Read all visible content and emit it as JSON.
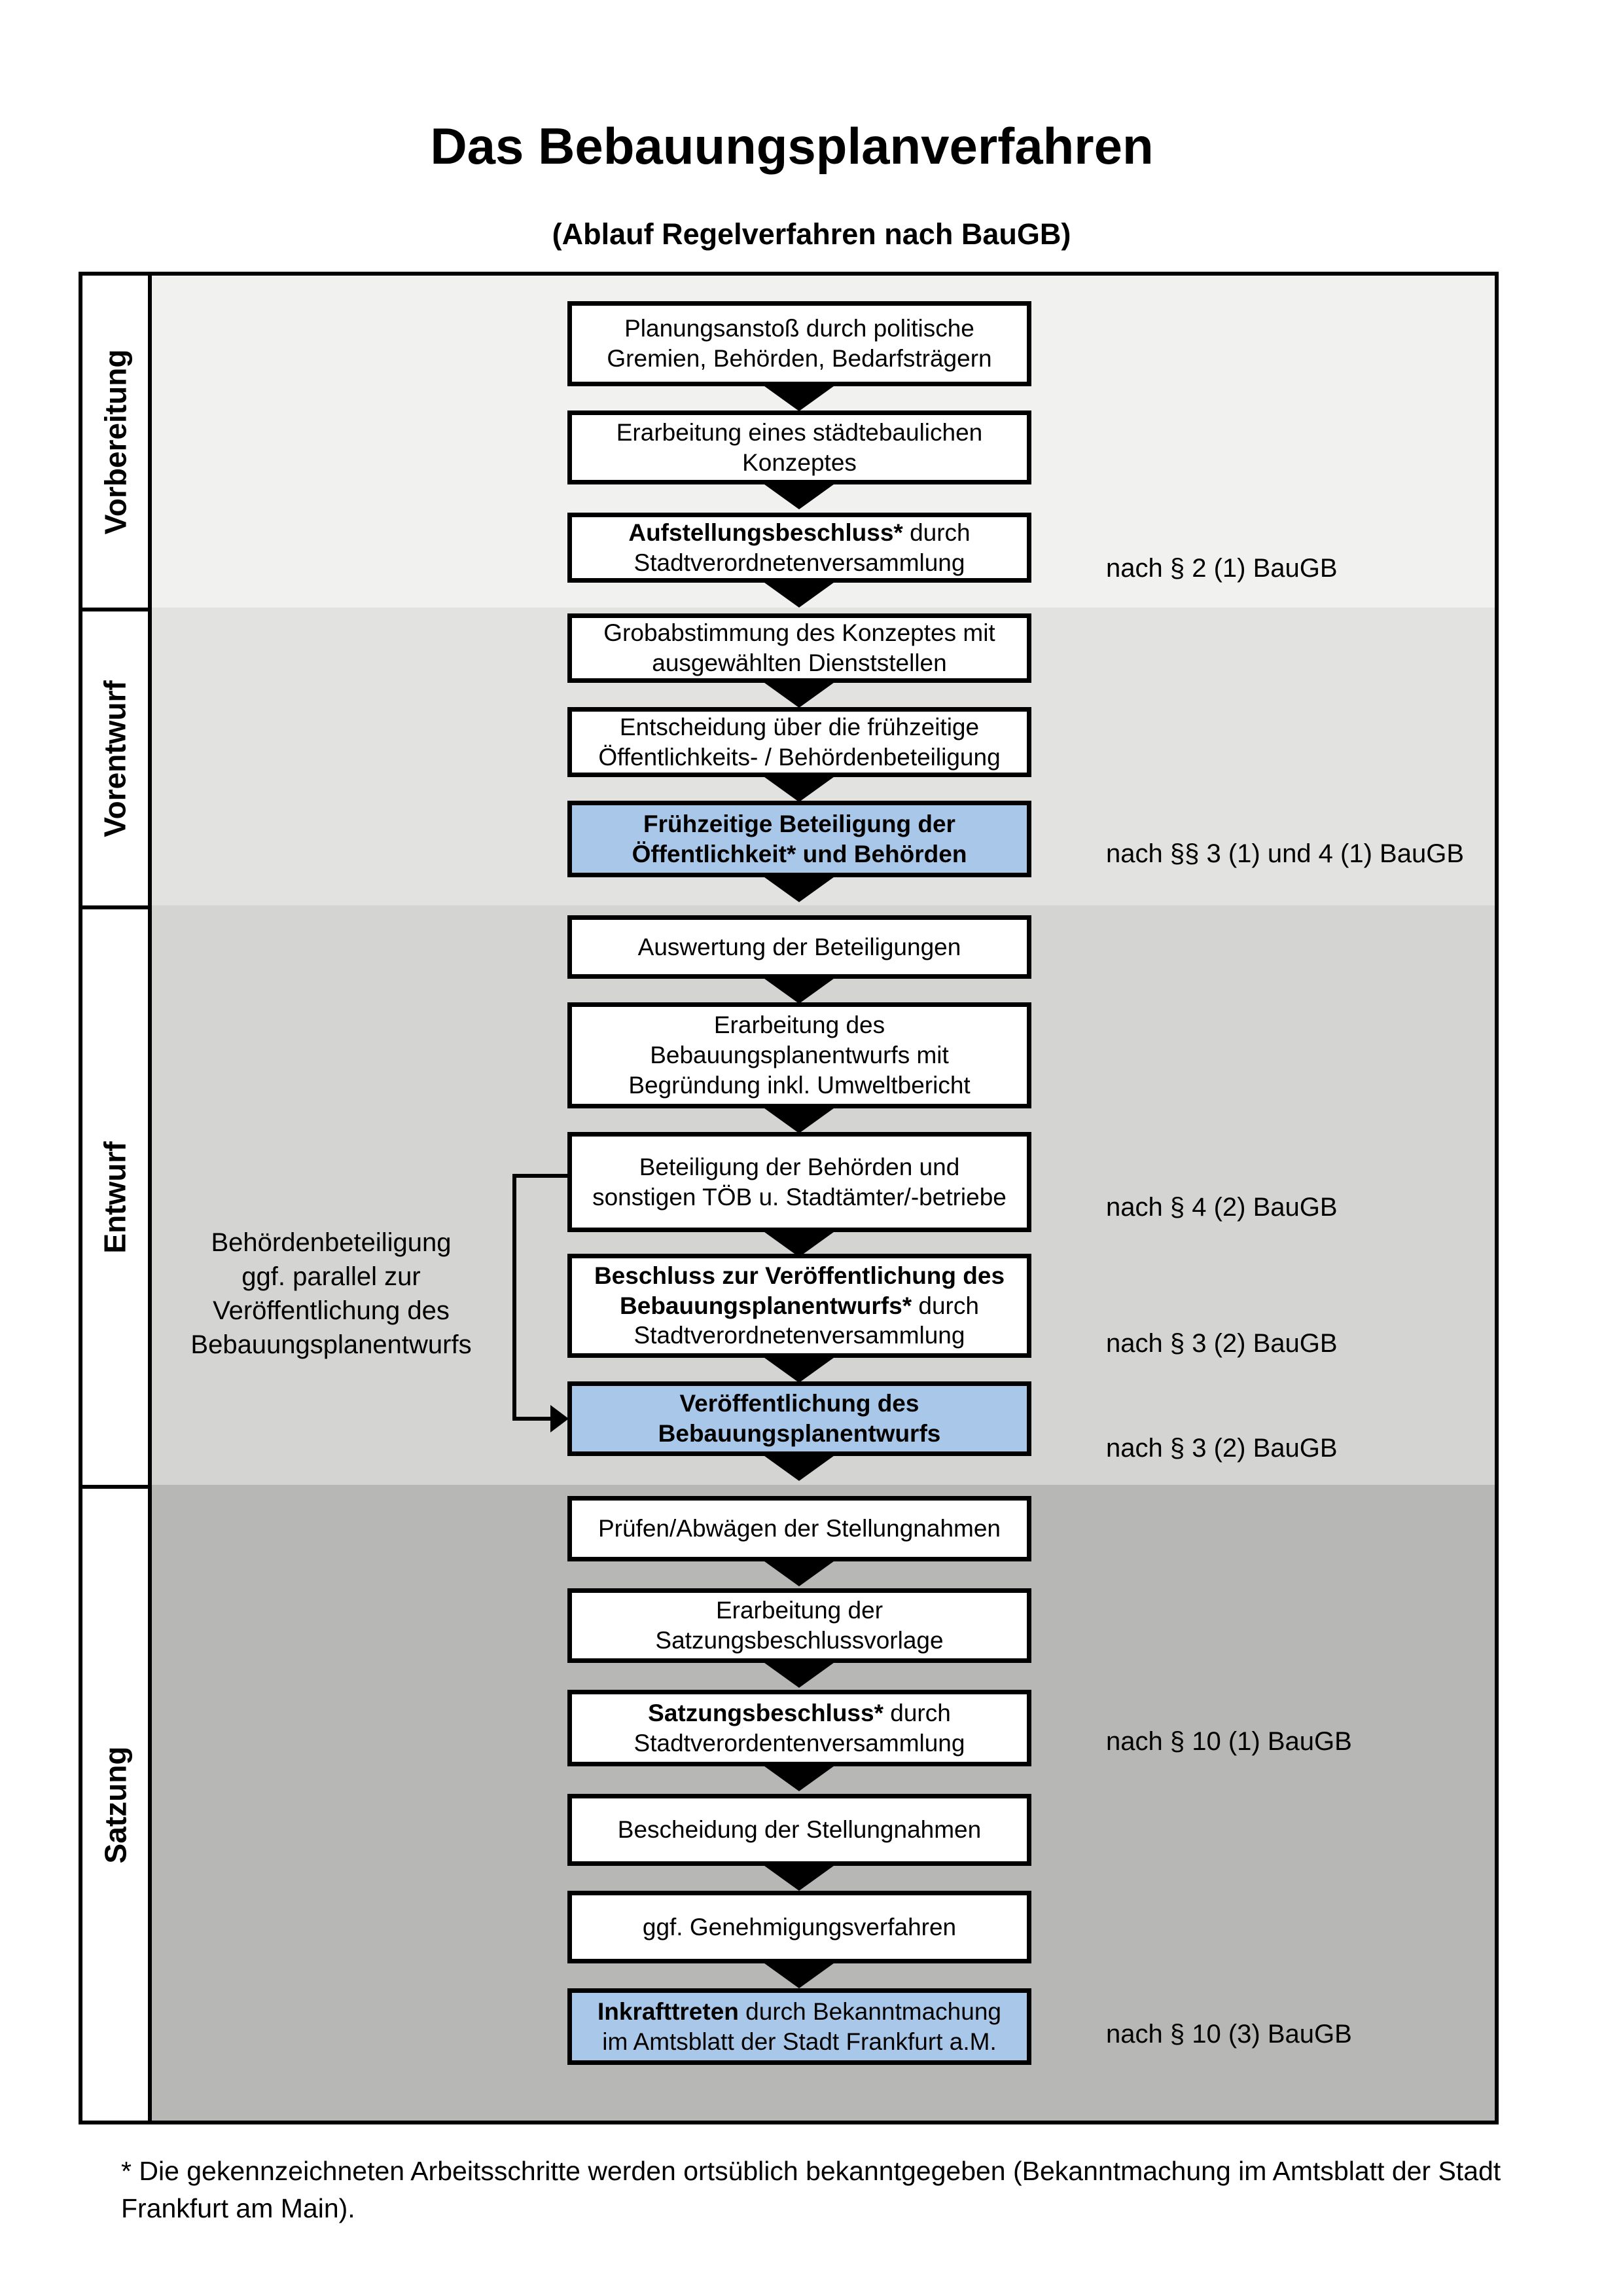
{
  "title": "Das Bebauungsplanverfahren",
  "subtitle": "(Ablauf Regelverfahren nach BauGB)",
  "phases": [
    {
      "label": "Vorbereitung"
    },
    {
      "label": "Vorentwurf"
    },
    {
      "label": "Entwurf"
    },
    {
      "label": "Satzung"
    }
  ],
  "flow": {
    "boxes": [
      {
        "name": "planungsanstoss",
        "highlight": false,
        "lines": [
          [
            {
              "t": "Planungsanstoß durch politische"
            }
          ],
          [
            {
              "t": "Gremien, Behörden, Bedarfsträgern"
            }
          ]
        ]
      },
      {
        "name": "staedtebauliches-konzept",
        "highlight": false,
        "lines": [
          [
            {
              "t": "Erarbeitung eines städtebaulichen"
            }
          ],
          [
            {
              "t": "Konzeptes"
            }
          ]
        ]
      },
      {
        "name": "aufstellungsbeschluss",
        "highlight": false,
        "lines": [
          [
            {
              "t": "Aufstellungsbeschluss*",
              "b": true
            },
            {
              "t": " durch"
            }
          ],
          [
            {
              "t": "Stadtverordnetenversammlung"
            }
          ]
        ]
      },
      {
        "name": "grobabstimmung",
        "highlight": false,
        "lines": [
          [
            {
              "t": "Grobabstimmung des Konzeptes mit"
            }
          ],
          [
            {
              "t": "ausgewählten Dienststellen"
            }
          ]
        ]
      },
      {
        "name": "entscheidung-beteiligung",
        "highlight": false,
        "lines": [
          [
            {
              "t": "Entscheidung über die frühzeitige"
            }
          ],
          [
            {
              "t": "Öffentlichkeits- / Behördenbeteiligung"
            }
          ]
        ]
      },
      {
        "name": "fruehzeitige-beteiligung",
        "highlight": true,
        "lines": [
          [
            {
              "t": "Frühzeitige Beteiligung der",
              "b": true
            }
          ],
          [
            {
              "t": "Öffentlichkeit* und Behörden",
              "b": true
            }
          ]
        ]
      },
      {
        "name": "auswertung-beteiligungen",
        "highlight": false,
        "lines": [
          [
            {
              "t": "Auswertung der Beteiligungen"
            }
          ]
        ]
      },
      {
        "name": "erarbeitung-bebauungsplanentwurf",
        "highlight": false,
        "lines": [
          [
            {
              "t": "Erarbeitung des"
            }
          ],
          [
            {
              "t": "Bebauungsplanentwurfs mit"
            }
          ],
          [
            {
              "t": "Begründung inkl. Umweltbericht"
            }
          ]
        ]
      },
      {
        "name": "beteiligung-behoerden-toeb",
        "highlight": false,
        "lines": [
          [
            {
              "t": "Beteiligung der Behörden und"
            }
          ],
          [
            {
              "t": "sonstigen TÖB u. Stadtämter/-betriebe"
            }
          ]
        ]
      },
      {
        "name": "beschluss-veroeffentlichung",
        "highlight": false,
        "lines": [
          [
            {
              "t": "Beschluss zur Veröffentlichung des",
              "b": true
            }
          ],
          [
            {
              "t": "Bebauungsplanentwurfs*",
              "b": true
            },
            {
              "t": " durch"
            }
          ],
          [
            {
              "t": "Stadtverordnetenversammlung"
            }
          ]
        ]
      },
      {
        "name": "veroeffentlichung-entwurf",
        "highlight": true,
        "lines": [
          [
            {
              "t": "Veröffentlichung des",
              "b": true
            }
          ],
          [
            {
              "t": "Bebauungsplanentwurfs",
              "b": true
            }
          ]
        ]
      },
      {
        "name": "pruefen-abwaegen",
        "highlight": false,
        "lines": [
          [
            {
              "t": "Prüfen/Abwägen der Stellungnahmen"
            }
          ]
        ]
      },
      {
        "name": "satzungsbeschlussvorlage",
        "highlight": false,
        "lines": [
          [
            {
              "t": "Erarbeitung der"
            }
          ],
          [
            {
              "t": "Satzungsbeschlussvorlage"
            }
          ]
        ]
      },
      {
        "name": "satzungsbeschluss",
        "highlight": false,
        "lines": [
          [
            {
              "t": "Satzungsbeschluss*",
              "b": true
            },
            {
              "t": " durch"
            }
          ],
          [
            {
              "t": "Stadtverordentenversammlung"
            }
          ]
        ]
      },
      {
        "name": "bescheidung-stellungnahmen",
        "highlight": false,
        "lines": [
          [
            {
              "t": "Bescheidung der Stellungnahmen"
            }
          ]
        ]
      },
      {
        "name": "genehmigungsverfahren",
        "highlight": false,
        "lines": [
          [
            {
              "t": "ggf. Genehmigungsverfahren"
            }
          ]
        ]
      },
      {
        "name": "inkrafttreten",
        "highlight": true,
        "lines": [
          [
            {
              "t": "Inkrafttreten",
              "b": true
            },
            {
              "t": " durch Bekanntmachung"
            }
          ],
          [
            {
              "t": "im Amtsblatt der Stadt Frankfurt a.M."
            }
          ]
        ]
      }
    ]
  },
  "annotations": {
    "right": [
      "nach § 2 (1) BauGB",
      "nach §§ 3 (1) und 4 (1) BauGB",
      "nach § 4 (2) BauGB",
      "nach § 3 (2) BauGB",
      "nach § 3 (2) BauGB",
      "nach § 10 (1) BauGB",
      "nach § 10 (3) BauGB"
    ],
    "left_note": {
      "lines": [
        "Behördenbeteiligung",
        "ggf. parallel zur",
        "Veröffentlichung des",
        "Bebauungsplanentwurfs"
      ]
    }
  },
  "footnote": "* Die gekennzeichneten Arbeitsschritte werden ortsüblich bekanntgegeben (Bekanntmachung im Amtsblatt der Stadt Frankfurt am Main).",
  "colors": {
    "highlight_box": "#a9c8e9",
    "section_vorbereitung": "#f1f1f0",
    "section_vorentwurf": "#e2e2e1",
    "section_entwurf": "#d4d4d3",
    "section_satzung": "#b7b7b6",
    "box_border": "#000000"
  }
}
